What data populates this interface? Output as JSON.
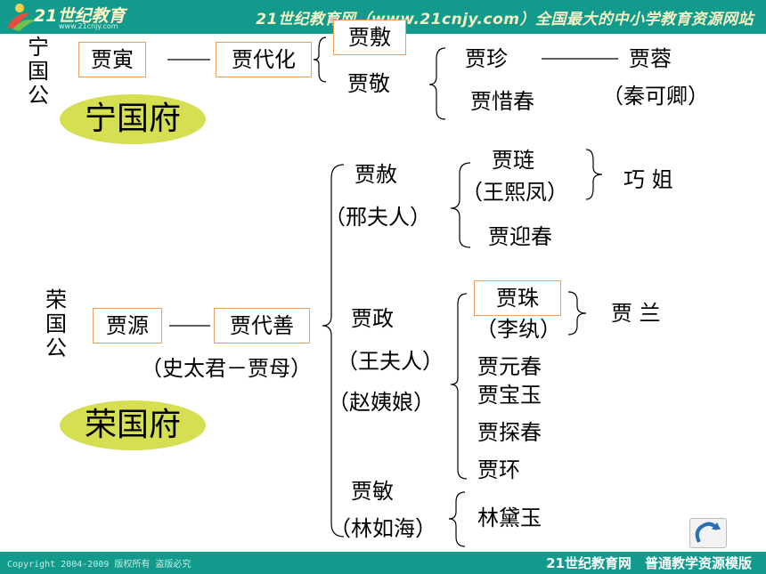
{
  "header": {
    "logo_brand": "21世纪教育",
    "logo_url": "www.21cnjy.com",
    "slogan": "21世纪教育网（www.21cnjy.com）全国最大的中小学教育资源网站"
  },
  "footer": {
    "copyright": "Copyright 2004-2009 版权所有 盗版必究",
    "template": "21世纪教育网　普通教学资源模版"
  },
  "ningguo": {
    "title": "宁国公",
    "mansion": "宁国府",
    "gen1": "贾寅",
    "gen2": "贾代化",
    "gen3a": "贾敷",
    "gen3b": "贾敬",
    "gen4a": "贾珍",
    "gen4b": "贾惜春",
    "gen5": "贾蓉",
    "gen5_wife": "（秦可卿）"
  },
  "rongguo": {
    "title": "荣国公",
    "mansion": "荣国府",
    "gen1": "贾源",
    "gen2": "贾代善",
    "gen2_wife": "（史太君－贾母）",
    "she": "贾赦",
    "she_wife": "（邢夫人）",
    "lian": "贾琏",
    "lian_wife": "（王熙凤）",
    "qiaojie": "巧 姐",
    "yingchun": "贾迎春",
    "zheng": "贾政",
    "zheng_wife": "（王夫人）",
    "zheng_concubine": "（赵姨娘）",
    "zhu": "贾珠",
    "zhu_wife": "（李纨）",
    "lan": "贾 兰",
    "yuanchun": "贾元春",
    "baoyu": "贾宝玉",
    "tanchun": "贾探春",
    "huan": "贾环",
    "min": "贾敏",
    "min_husband": "（林如海）",
    "daiyu": "林黛玉"
  },
  "colors": {
    "theme": "#0b8c7f",
    "box_border": "#e9a15d",
    "oval": "#d6df52"
  },
  "icons": {
    "nav": "return-arrow-icon"
  }
}
